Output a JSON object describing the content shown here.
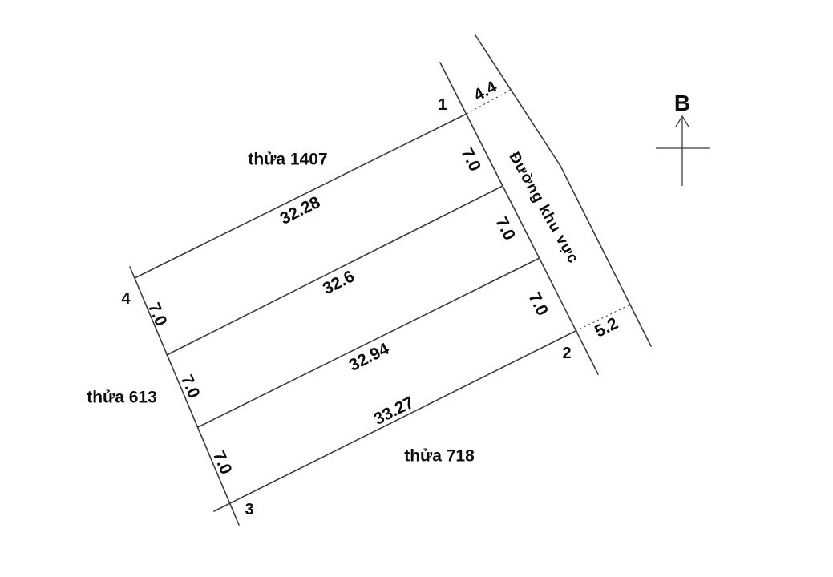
{
  "labels": {
    "parcel_top": "thửa 1407",
    "parcel_left": "thửa 613",
    "parcel_bottom": "thửa 718",
    "road": "Đường khu vực",
    "north": "B"
  },
  "corners": [
    "1",
    "2",
    "3",
    "4"
  ],
  "dims": {
    "frontage_top": "4.4",
    "frontage_bottom": "5.2",
    "lengths": [
      "32.28",
      "32.6",
      "32.94",
      "33.27"
    ],
    "widths_left": [
      "7.0",
      "7.0",
      "7.0"
    ],
    "widths_right": [
      "7.0",
      "7.0",
      "7.0"
    ]
  },
  "colors": {
    "background": "#ffffff",
    "line": "#3a3a3a",
    "text": "#0d0d0d"
  }
}
